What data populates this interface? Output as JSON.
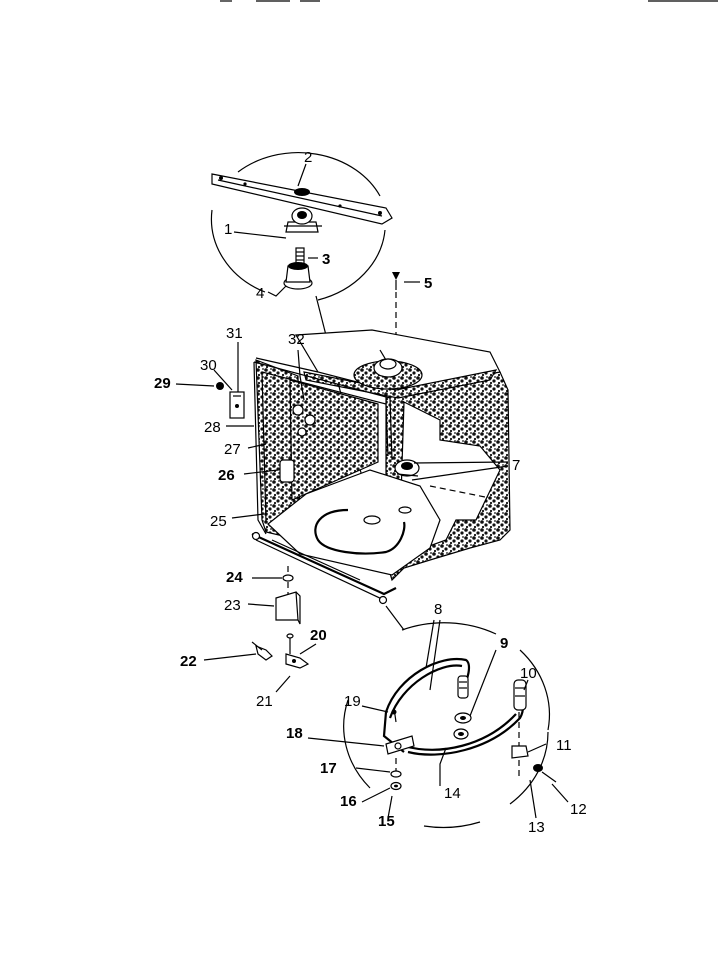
{
  "labels": {
    "p1": "1",
    "p2": "2",
    "p3": "3",
    "p4": "4",
    "p5": "5",
    "p7": "7",
    "p8": "8",
    "p9": "9",
    "p10": "10",
    "p11": "11",
    "p12": "12",
    "p13": "13",
    "p14": "14",
    "p15": "15",
    "p16": "16",
    "p17": "17",
    "p18": "18",
    "p19": "19",
    "p20": "20",
    "p21": "21",
    "p22": "22",
    "p23": "23",
    "p24": "24",
    "p25": "25",
    "p26": "26",
    "p27": "27",
    "p28": "28",
    "p29": "29",
    "p30": "30",
    "p31": "31",
    "p32": "32"
  },
  "colors": {
    "line": "#000000",
    "background": "#ffffff",
    "insulation": "#2a2a2a"
  }
}
